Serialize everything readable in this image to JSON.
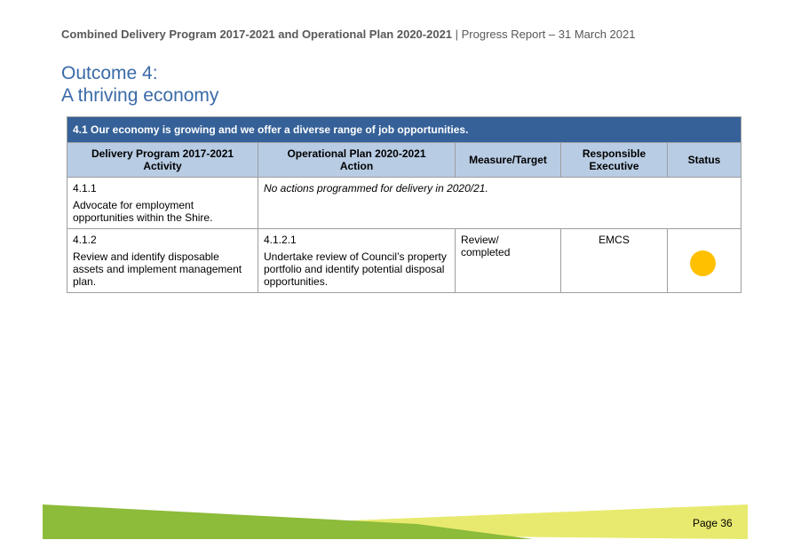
{
  "header": {
    "bold_part": "Combined Delivery Program 2017-2021 and Operational Plan 2020-2021",
    "separator": " | ",
    "normal_part": "Progress Report – 31 March 2021"
  },
  "title": {
    "line1": "Outcome 4:",
    "line2": "A thriving economy"
  },
  "table": {
    "section_heading": "4.1 Our economy is growing and we offer a diverse range of job opportunities.",
    "columns": [
      {
        "line1": "Delivery Program 2017-2021",
        "line2": "Activity"
      },
      {
        "line1": "Operational Plan 2020-2021",
        "line2": "Action"
      },
      {
        "line1": "Measure/Target",
        "line2": ""
      },
      {
        "line1": "Responsible",
        "line2": "Executive"
      },
      {
        "line1": "Status",
        "line2": ""
      }
    ],
    "rows": [
      {
        "activity_ref": "4.1.1",
        "activity_text": "Advocate for employment opportunities within the Shire.",
        "note": "No actions programmed for delivery in 2020/21."
      },
      {
        "activity_ref": "4.1.2",
        "activity_text": "Review and identify disposable assets and implement management plan.",
        "action_ref": "4.1.2.1",
        "action_text": "Undertake review of Council’s property portfolio and identify potential disposal opportunities.",
        "measure": "Review/ completed",
        "executive": "EMCS",
        "status_color": "#ffc000"
      }
    ]
  },
  "footer": {
    "page_label": "Page 36"
  }
}
